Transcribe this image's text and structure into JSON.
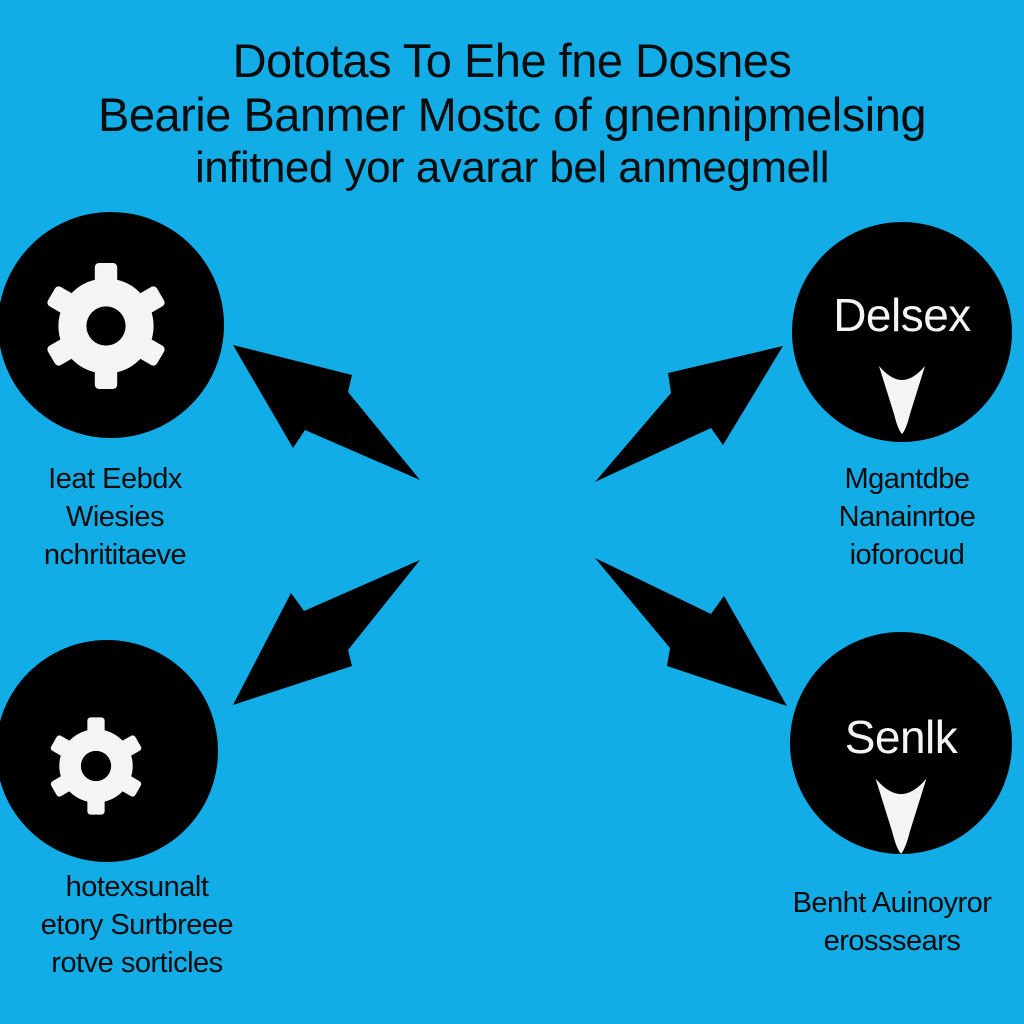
{
  "title": {
    "line1": "Dototas To Ehe fne Dosnes",
    "line2": "Bearie Banmer Mostc of gnennipmelsing",
    "line3": "infitned yor avarar bel anmegmell"
  },
  "nodes": {
    "top_left": {
      "icon": "gear-icon",
      "caption": [
        "Ieat Eebdx",
        "Wiesies",
        "nchrititaeve"
      ]
    },
    "top_right": {
      "label": "Delsex",
      "icon": "chevron-down-icon",
      "caption": [
        "Mgantdbe",
        "Nanainrtoe",
        "ioforocud"
      ]
    },
    "bottom_left": {
      "icon": "gear-icon",
      "caption": [
        "hotexsunalt",
        "etory Surtbreee",
        "rotve sorticles"
      ]
    },
    "bottom_right": {
      "label": "Senlk",
      "icon": "chevron-down-icon",
      "caption": [
        "Benht Auinoyror",
        "erosssears"
      ]
    }
  },
  "colors": {
    "background": "#12ade6",
    "node_fill": "#000000",
    "text": "#0b0b0b",
    "icon": "#f4f4f4"
  }
}
